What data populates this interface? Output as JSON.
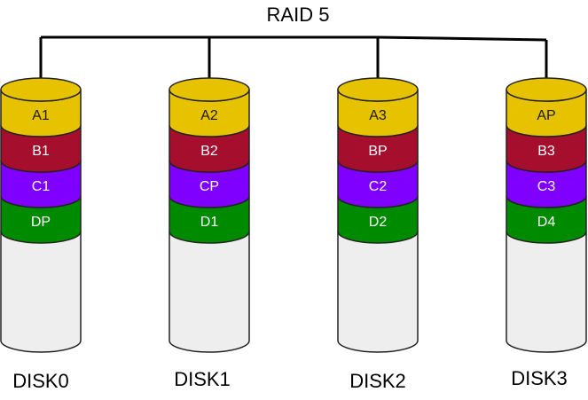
{
  "title": "RAID 5",
  "colors": {
    "A": "#e6c200",
    "B": "#a50e2d",
    "C": "#7f00ff",
    "D": "#008a00",
    "empty": "#eeeeee",
    "line": "#000000"
  },
  "disks": [
    {
      "label": "DISK0",
      "blocks": [
        {
          "row": "A",
          "label": "A1"
        },
        {
          "row": "B",
          "label": "B1"
        },
        {
          "row": "C",
          "label": "C1"
        },
        {
          "row": "D",
          "label": "DP"
        }
      ]
    },
    {
      "label": "DISK1",
      "blocks": [
        {
          "row": "A",
          "label": "A2"
        },
        {
          "row": "B",
          "label": "B2"
        },
        {
          "row": "C",
          "label": "CP"
        },
        {
          "row": "D",
          "label": "D1"
        }
      ]
    },
    {
      "label": "DISK2",
      "blocks": [
        {
          "row": "A",
          "label": "A3"
        },
        {
          "row": "B",
          "label": "BP"
        },
        {
          "row": "C",
          "label": "C2"
        },
        {
          "row": "D",
          "label": "D2"
        }
      ]
    },
    {
      "label": "DISK3",
      "blocks": [
        {
          "row": "A",
          "label": "AP"
        },
        {
          "row": "B",
          "label": "B3"
        },
        {
          "row": "C",
          "label": "C3"
        },
        {
          "row": "D",
          "label": "D4"
        }
      ]
    }
  ]
}
